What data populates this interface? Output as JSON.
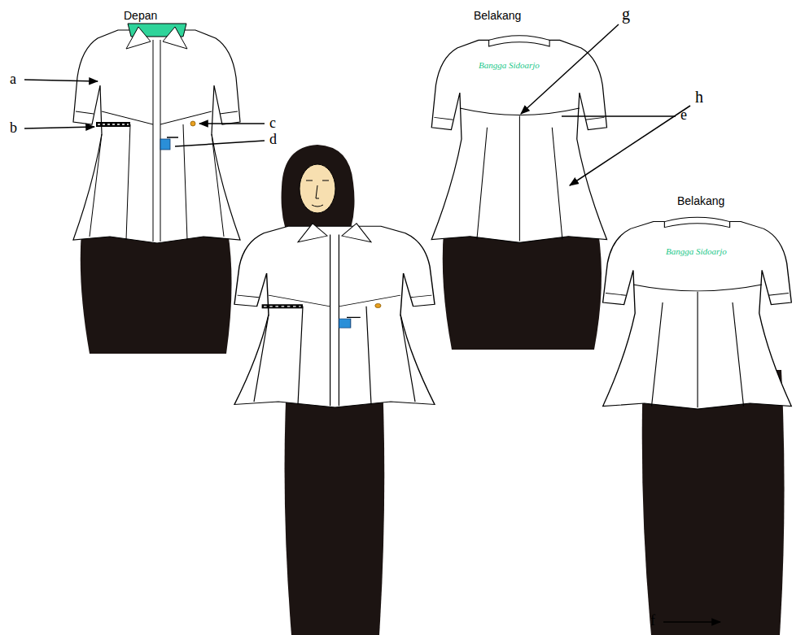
{
  "diagram": {
    "labels": [
      "Depan",
      "Belakang",
      "Belakang",
      "a",
      "b",
      "c",
      "d",
      "e",
      "f",
      "g",
      "h",
      "Bangga Sidoarjo",
      "Bangga Sidoarjo"
    ]
  }
}
